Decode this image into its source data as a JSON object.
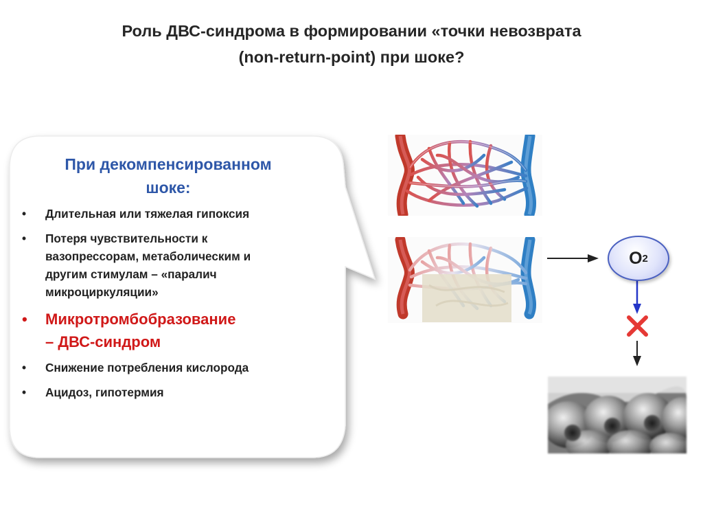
{
  "title": {
    "line1": "Роль ДВС-синдрома в формировании «точки невозврата",
    "line2": "(non-return-point) при шоке?"
  },
  "callout": {
    "heading_line1": "При декомпенсированном",
    "heading_line2": "шоке:",
    "bullet_symbol": "•",
    "points": [
      {
        "lines": [
          "Длительная или тяжелая гипоксия"
        ]
      },
      {
        "lines": [
          "Потеря чувствительности к",
          "вазопрессорам, метаболическим и",
          "другим стимулам – «паралич",
          "микроциркуляции»"
        ]
      },
      {
        "lines": [
          "Микротромбобразование",
          "– ДВС-синдром"
        ]
      },
      {
        "lines": [
          "Снижение потребления кислорода"
        ]
      },
      {
        "lines": [
          "Ацидоз, гипотермия"
        ]
      }
    ]
  },
  "diagram": {
    "oxygen_label": "O",
    "oxygen_subscript": "2"
  },
  "colors": {
    "heading": "#2e57a8",
    "highlight": "#d01818",
    "artery": "#c0392b",
    "vein": "#2f7fc4",
    "block_cross": "#e53935",
    "o2_border": "#4a60c0"
  },
  "icons": [
    "normal-capillary-bed-icon",
    "blocked-capillary-bed-icon",
    "arrow-right-icon",
    "arrow-down-icon",
    "cross-icon",
    "tissue-cells-icon"
  ]
}
